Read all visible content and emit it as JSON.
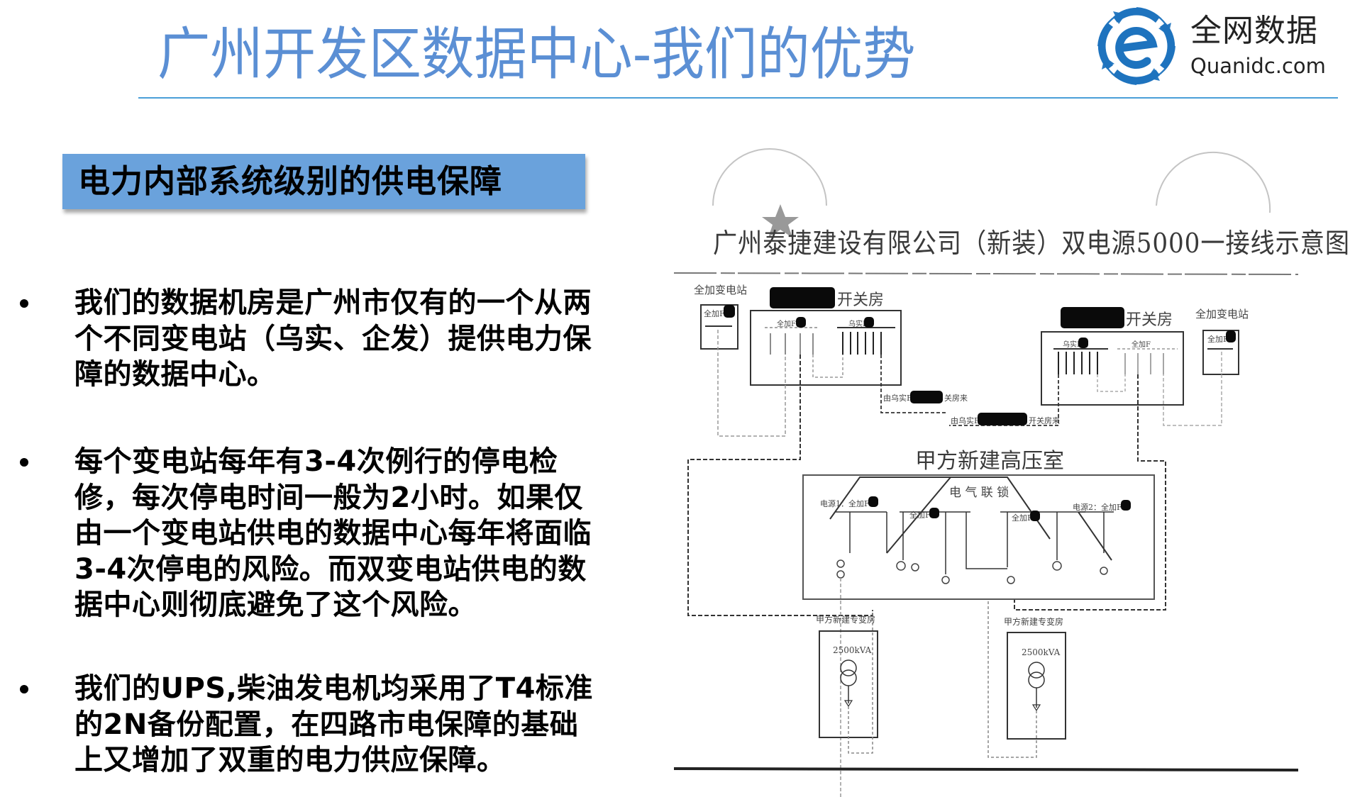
{
  "header": {
    "title": "广州开发区数据中心-我们的优势",
    "title_color": "#5b8fd4",
    "rule_color": "#4a9fd8"
  },
  "logo": {
    "icon": "e-globe-arrows-icon",
    "name_cn": "全网数据",
    "name_en": "Quanidc.com",
    "brand_color": "#1e73be"
  },
  "section": {
    "banner_title": "电力内部系统级别的供电保障",
    "banner_color": "#6aa2dc"
  },
  "bullets": [
    {
      "text": "我们的数据机房是广州市仅有的一个从两个不同变电站（乌实、企发）提供电力保障的数据中心。"
    },
    {
      "text": "每个变电站每年有3-4次例行的停电检修，每次停电时间一般为2小时。如果仅由一个变电站供电的数据中心每年将面临3-4次停电的风险。而双变电站供电的数据中心则彻底避免了这个风险。"
    },
    {
      "text": "我们的UPS,柴油发电机均采用了T4标准的2N备份配置，在四路市电保障的基础上又增加了双重的电力供应保障。"
    }
  ],
  "diagram": {
    "title": "广州泰捷建设有限公司（新装）双电源5000一接线示意图",
    "left_substation_label": "全加变电站",
    "left_substation_inner": "全加F",
    "left_switch_room_label": "开关房",
    "left_bus_a_label": "全加F",
    "left_bus_b_label": "乌实F",
    "left_feed_note": "由乌实F",
    "left_feed_note_suffix": "关房来",
    "right_switch_room_label": "开关房",
    "right_bus_a_label": "乌实F",
    "right_bus_b_label": "全加F",
    "right_substation_label": "全加变电站",
    "right_substation_inner": "全加F",
    "right_feed_note": "由乌实F",
    "right_feed_note_suffix": "开关房来",
    "hv_room_title": "甲方新建高压室",
    "interlock_label": "电 气 联 锁",
    "source1_label": "电源1：全加F",
    "source2_label": "电源2：全加F",
    "hv_bus1_label": "全加F",
    "hv_bus2_label": "全加F",
    "transformer_room_left_label": "甲方新建专变房",
    "transformer_room_right_label": "甲方新建专变房",
    "transformer_left_rating": "2500kVA",
    "transformer_right_rating": "2500kVA"
  }
}
